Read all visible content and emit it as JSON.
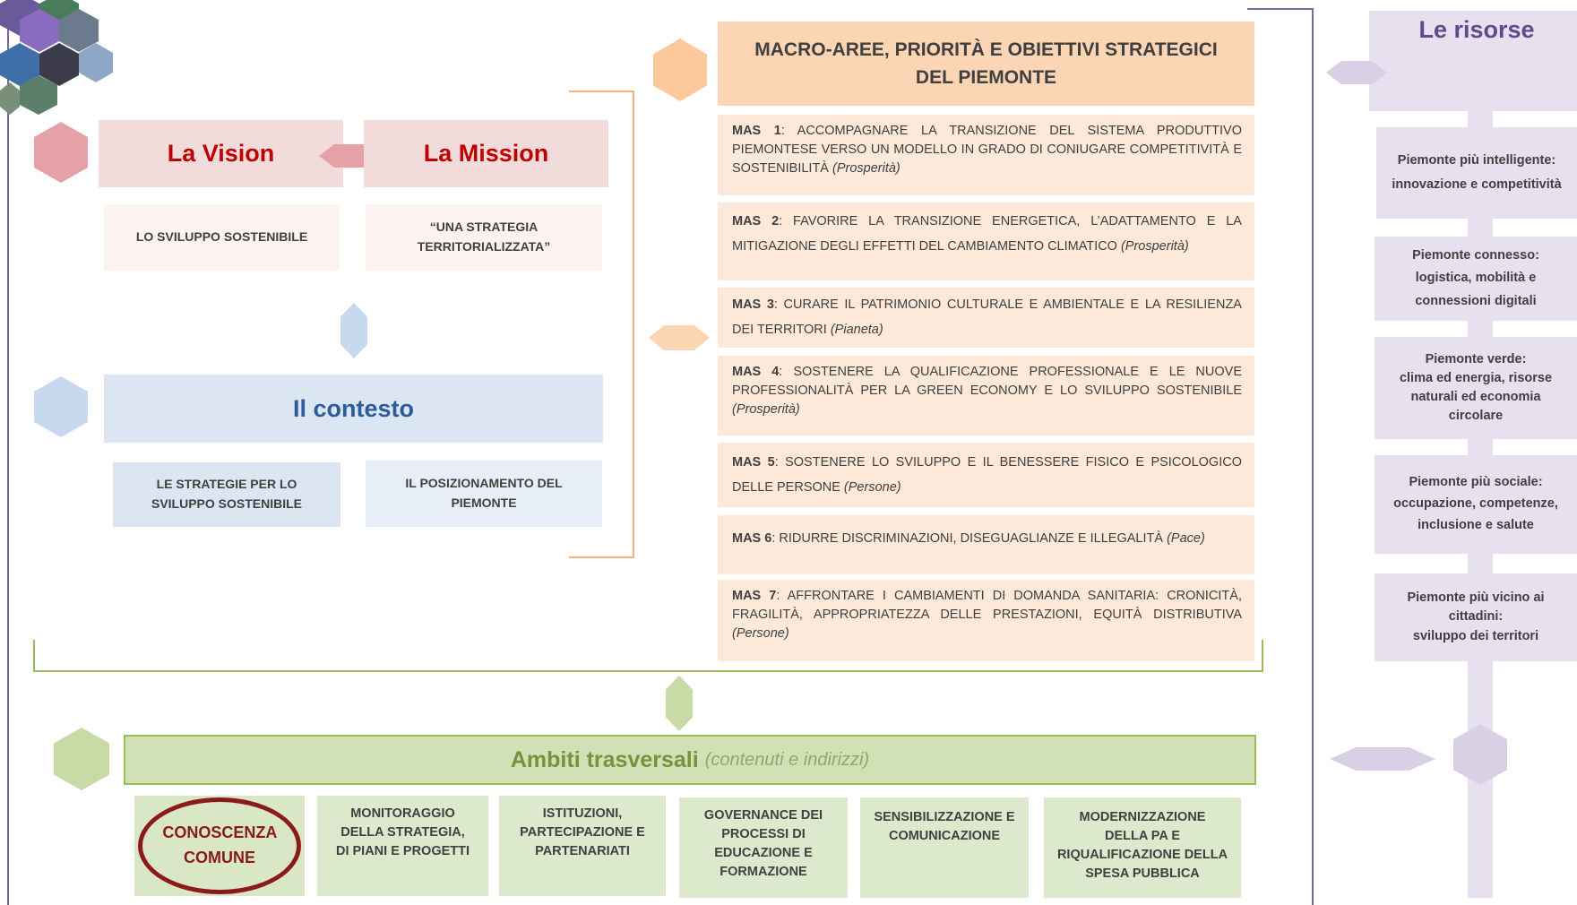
{
  "logo": {
    "icon": "hexagon-photo-cluster-icon"
  },
  "vision": {
    "title": "La Vision",
    "text": "LO SVILUPPO SOSTENIBILE"
  },
  "mission": {
    "title": "La Mission",
    "text": "“UNA STRATEGIA TERRITORIALIZZATA”"
  },
  "contesto": {
    "title": "Il contesto",
    "box1": "LE STRATEGIE PER LO SVILUPPO SOSTENIBILE",
    "box2": "IL POSIZIONAMENTO DEL PIEMONTE"
  },
  "macro": {
    "title": "MACRO-AREE, PRIORITÀ E OBIETTIVI STRATEGICI DEL PIEMONTE",
    "items": [
      {
        "code": "MAS 1",
        "text": ": ACCOMPAGNARE LA TRANSIZIONE DEL SISTEMA PRODUTTIVO PIEMONTESE VERSO UN MODELLO IN GRADO DI CONIUGARE COMPETITIVITÀ E SOSTENIBILITÀ ",
        "tag": "(Prosperità)"
      },
      {
        "code": "MAS 2",
        "text": ": FAVORIRE LA TRANSIZIONE ENERGETICA, L’ADATTAMENTO E LA MITIGAZIONE DEGLI EFFETTI DEL CAMBIAMENTO CLIMATICO ",
        "tag": "(Prosperità)"
      },
      {
        "code": "MAS 3",
        "text": ": CURARE IL PATRIMONIO CULTURALE E AMBIENTALE E LA RESILIENZA DEI TERRITORI ",
        "tag": "(Pianeta)"
      },
      {
        "code": "MAS 4",
        "text": ": SOSTENERE LA QUALIFICAZIONE PROFESSIONALE E LE NUOVE PROFESSIONALITÀ PER LA GREEN ECONOMY E LO SVILUPPO SOSTENIBILE ",
        "tag": "(Prosperità)"
      },
      {
        "code": "MAS 5",
        "text": ": SOSTENERE LO SVILUPPO E IL BENESSERE FISICO E PSICOLOGICO DELLE PERSONE ",
        "tag": "(Persone)"
      },
      {
        "code": "MAS 6",
        "text": ": RIDURRE DISCRIMINAZIONI, DISEGUAGLIANZE E ILLEGALITÀ ",
        "tag": "(Pace)"
      },
      {
        "code": "MAS 7",
        "text": ": AFFRONTARE I CAMBIAMENTI DI DOMANDA SANITARIA: CRONICITÀ, FRAGILITÀ, APPROPRIATEZZA DELLE PRESTAZIONI, EQUITÀ DISTRIBUTIVA ",
        "tag": "(Persone)"
      }
    ]
  },
  "risorse": {
    "title": "Le risorse",
    "items": [
      {
        "line1": "Piemonte più intelligente:",
        "line2": "innovazione e competitività"
      },
      {
        "line1": "Piemonte connesso:",
        "line2": "logistica, mobilità e",
        "line3": "connessioni digitali"
      },
      {
        "line1": "Piemonte verde:",
        "line2": "clima ed energia, risorse naturali ed economia circolare"
      },
      {
        "line1": "Piemonte più sociale:",
        "line2": "occupazione, competenze,",
        "line3": "inclusione e salute"
      },
      {
        "line1": "Piemonte più vicino ai cittadini:",
        "line2": "sviluppo dei territori"
      }
    ]
  },
  "ambiti": {
    "title": "Ambiti trasversali",
    "subtitle": "(contenuti e indirizzi)",
    "items": [
      "CONOSCENZA COMUNE",
      "MONITORAGGIO DELLA STRATEGIA, DI PIANI E PROGETTI",
      "ISTITUZIONI, PARTECIPAZIONE E PARTENARIATI",
      "GOVERNANCE DEI PROCESSI DI EDUCAZIONE E FORMAZIONE",
      "SENSIBILIZZAZIONE E COMUNICAZIONE",
      "MODERNIZZAZIONE DELLA PA E RIQUALIFICAZIONE DELLA SPESA PUBBLICA"
    ]
  },
  "colors": {
    "vision_red": "#c00000",
    "contesto_blue": "#2e5c9a",
    "ambiti_green": "#76923c",
    "risorse_purple": "#5f4b8b",
    "outline_purple": "#8064a2",
    "bracket_orange": "#f5b27a",
    "bracket_green": "#9bbb59",
    "highlight_ellipse": "#8b1a1a"
  }
}
